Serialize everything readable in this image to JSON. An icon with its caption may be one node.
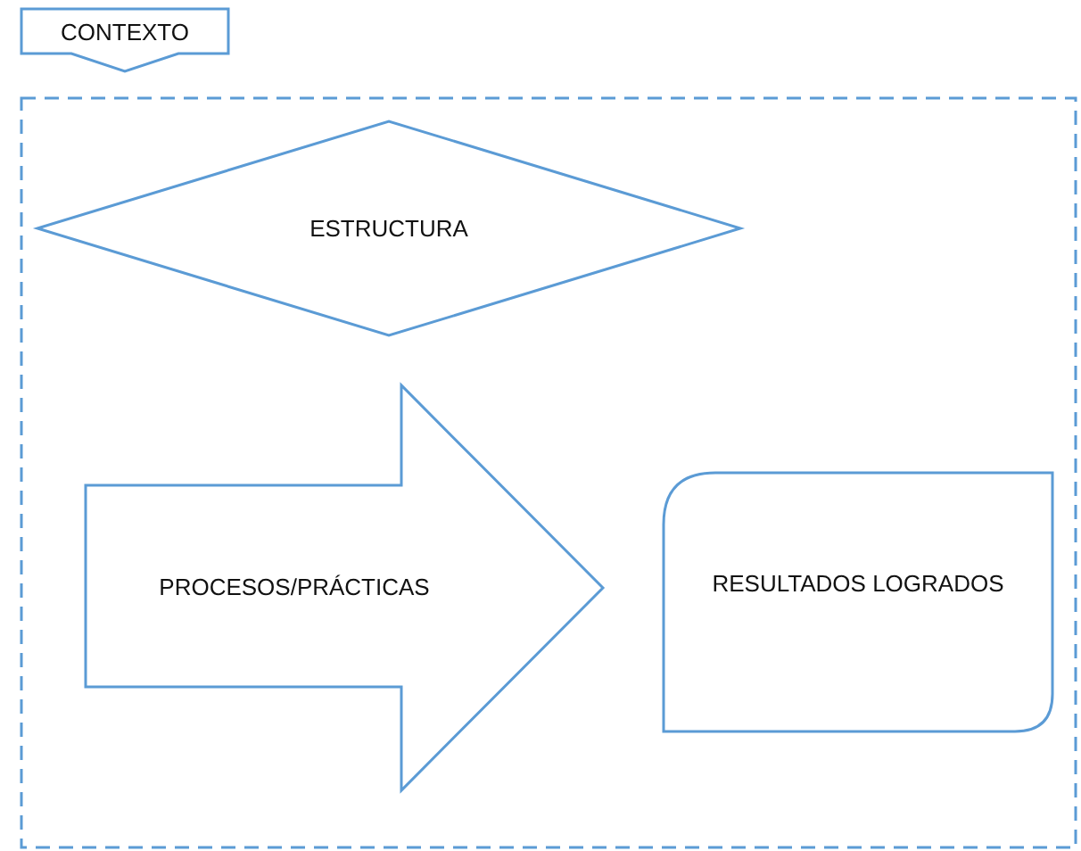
{
  "diagram": {
    "nodes": [
      {
        "text": [
          "CONTEXTO"
        ]
      },
      {
        "text": [
          "ESTRUCTURA"
        ],
        "in": 0
      },
      {
        "text": [
          "PROCESOS/PRÁCTICAS"
        ],
        "in": 0
      },
      {
        "text": [
          "RESULTADOS LOGRADOS"
        ],
        "in": 0
      }
    ]
  }
}
